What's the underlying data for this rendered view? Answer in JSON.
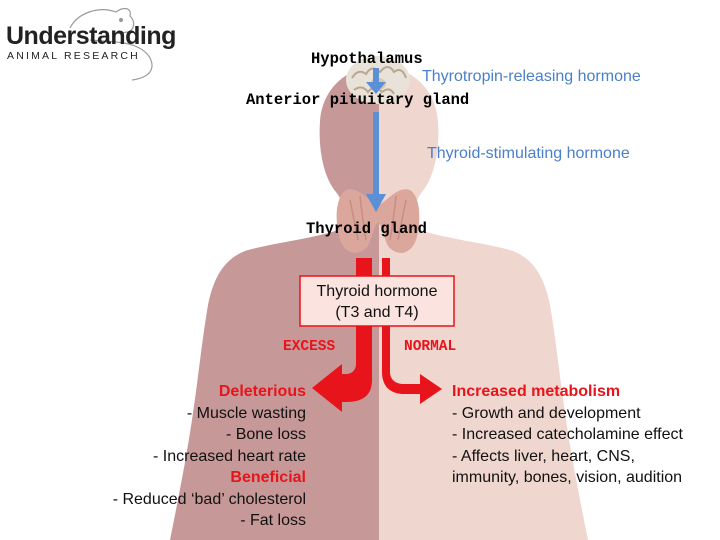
{
  "logo": {
    "line1": "Understanding",
    "line2": "ANIMAL RESEARCH"
  },
  "labels": {
    "hypothalamus": "Hypothalamus",
    "anterior_pituitary": "Anterior pituitary gland",
    "thyroid_gland": "Thyroid gland",
    "trh": "Thyrotropin-releasing hormone",
    "tsh": "Thyroid-stimulating hormone",
    "hormone_box_line1": "Thyroid hormone",
    "hormone_box_line2": "(T3 and T4)",
    "excess": "EXCESS",
    "normal": "NORMAL"
  },
  "left_effects": {
    "deleterious_title": "Deleterious",
    "deleterious_items": [
      "- Muscle wasting",
      "- Bone loss",
      "- Increased heart rate"
    ],
    "beneficial_title": "Beneficial",
    "beneficial_items": [
      "- Reduced ‘bad’ cholesterol",
      "- Fat loss"
    ]
  },
  "right_effects": {
    "title": "Increased metabolism",
    "items": [
      "- Growth and development",
      "- Increased catecholamine effect",
      "- Affects liver, heart, CNS,",
      "immunity, bones, vision, audition"
    ]
  },
  "colors": {
    "body_left": "#c79898",
    "body_right": "#efd6cf",
    "arrow_red": "#e8141b",
    "arrow_blue": "#5b8fd6",
    "text_blue": "#4a7fc9",
    "box_border": "#e8141b"
  },
  "icons": [
    "rat-logo-icon",
    "brain-icon",
    "thyroid-gland-icon"
  ]
}
